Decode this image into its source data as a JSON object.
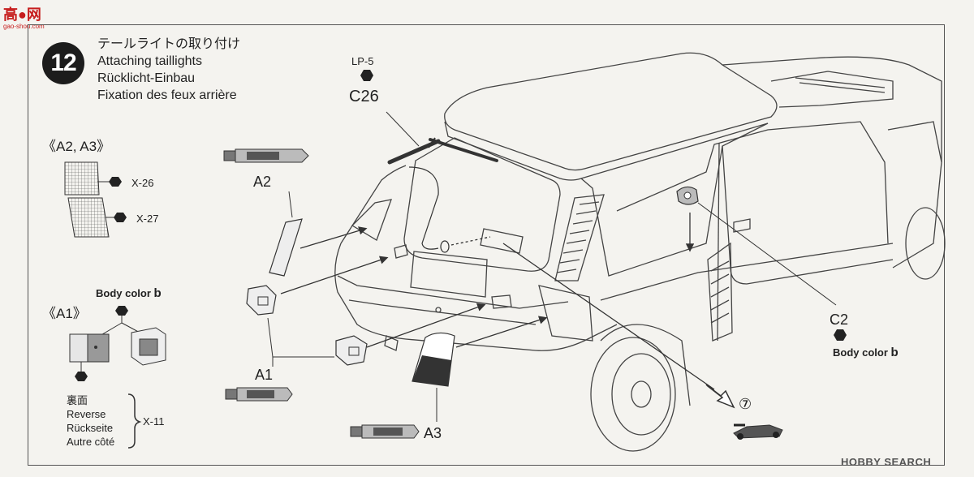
{
  "watermark_top": {
    "name": "高●网",
    "url": "gao-shou.com"
  },
  "watermark_bottom": "HOBBY SEARCH",
  "step": {
    "number": "12",
    "title_ja": "テールライトの取り付け",
    "title_en": "Attaching taillights",
    "title_de": "Rücklicht-Einbau",
    "title_fr": "Fixation des feux arrière"
  },
  "group_a2a3": {
    "label": "《A2, A3》",
    "x26": "X-26",
    "x27": "X-27"
  },
  "group_a1": {
    "label": "《A1》",
    "body_color": "Body color",
    "body_color_code": "b",
    "reverse_ja": "裏面",
    "reverse_en": "Reverse",
    "reverse_de": "Rückseite",
    "reverse_fr": "Autre côté",
    "ref": "X-11"
  },
  "parts": {
    "lp": "LP-5",
    "c26": "C26",
    "a2": "A2",
    "a1": "A1",
    "a3": "A3",
    "c2": "C2",
    "c2_color": "Body color",
    "c2_color_code": "b",
    "step_ref": "⑦"
  },
  "colors": {
    "line": "#333333",
    "paint_tube": "#8a8a8a",
    "frame": "#555555"
  }
}
